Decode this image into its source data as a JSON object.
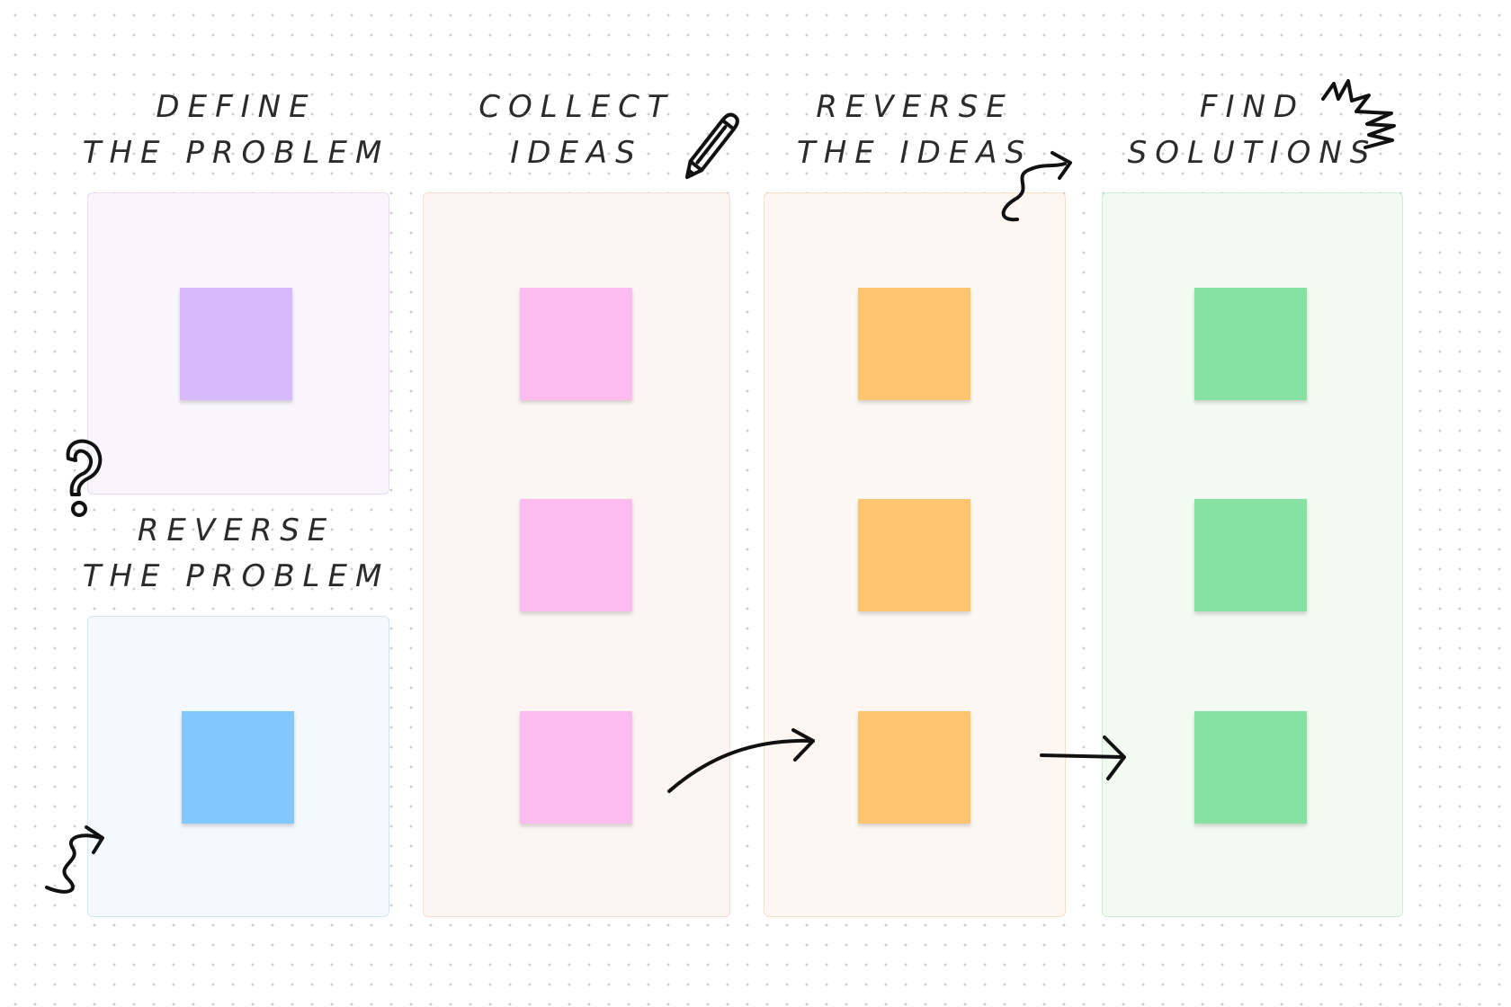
{
  "headings": {
    "define": [
      "DEFINE",
      "THE PROBLEM"
    ],
    "reverse_problem": [
      "REVERSE",
      "THE PROBLEM"
    ],
    "collect": [
      "COLLECT",
      "IDEAS"
    ],
    "reverse_ideas": [
      "REVERSE",
      "THE IDEAS"
    ],
    "find": [
      "FIND",
      "SOLUTIONS"
    ]
  },
  "note_colors": {
    "define": "#d8b9fb",
    "reverse_problem": "#82c8fe",
    "collect": "#fdbcef",
    "reverse_ideas": "#fec570",
    "find": "#86e1a3"
  },
  "doodles": [
    "pencil-icon",
    "squiggle-arrow-icon",
    "zigzag-scribble-icon",
    "question-mark-icon",
    "curved-arrow-icon",
    "straight-arrow-icon"
  ]
}
